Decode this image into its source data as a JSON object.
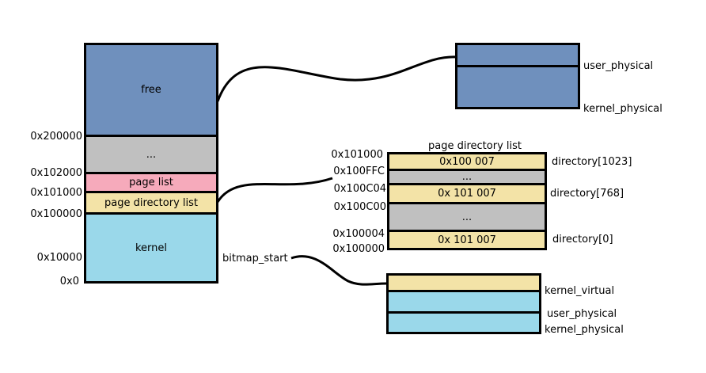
{
  "colors": {
    "free": "#6f90bd",
    "gray": "#c0c0c0",
    "page_list": "#f6aabb",
    "page_dir": "#f3e3a7",
    "kernel": "#9ad8ea"
  },
  "memory": {
    "free": "free",
    "ellipsis": "...",
    "page_list": "page list",
    "page_directory_list": "page directory list",
    "kernel": "kernel",
    "addr_200000": "0x200000",
    "addr_102000": "0x102000",
    "addr_101000": "0x101000",
    "addr_100000": "0x100000",
    "addr_10000": "0x10000",
    "addr_0": "0x0"
  },
  "free_pools": {
    "user_physical": "user_physical",
    "kernel_physical": "kernel_physical"
  },
  "page_directory": {
    "title": "page directory list",
    "row0": "0x100 007",
    "row1": "...",
    "row2": "0x 101 007",
    "row3": "...",
    "row4": "0x 101 007",
    "addr_101000": "0x101000",
    "addr_100ffc": "0x100FFC",
    "addr_100c04": "0x100C04",
    "addr_100c00": "0x100C00",
    "addr_100004": "0x100004",
    "addr_100000": "0x100000",
    "dir_1023": "directory[1023]",
    "dir_768": "directory[768]",
    "dir_0": "directory[0]"
  },
  "bitmap": {
    "start_label": "bitmap_start",
    "kernel_virtual": "kernel_virtual",
    "user_physical": "user_physical",
    "kernel_physical": "kernel_physical"
  }
}
